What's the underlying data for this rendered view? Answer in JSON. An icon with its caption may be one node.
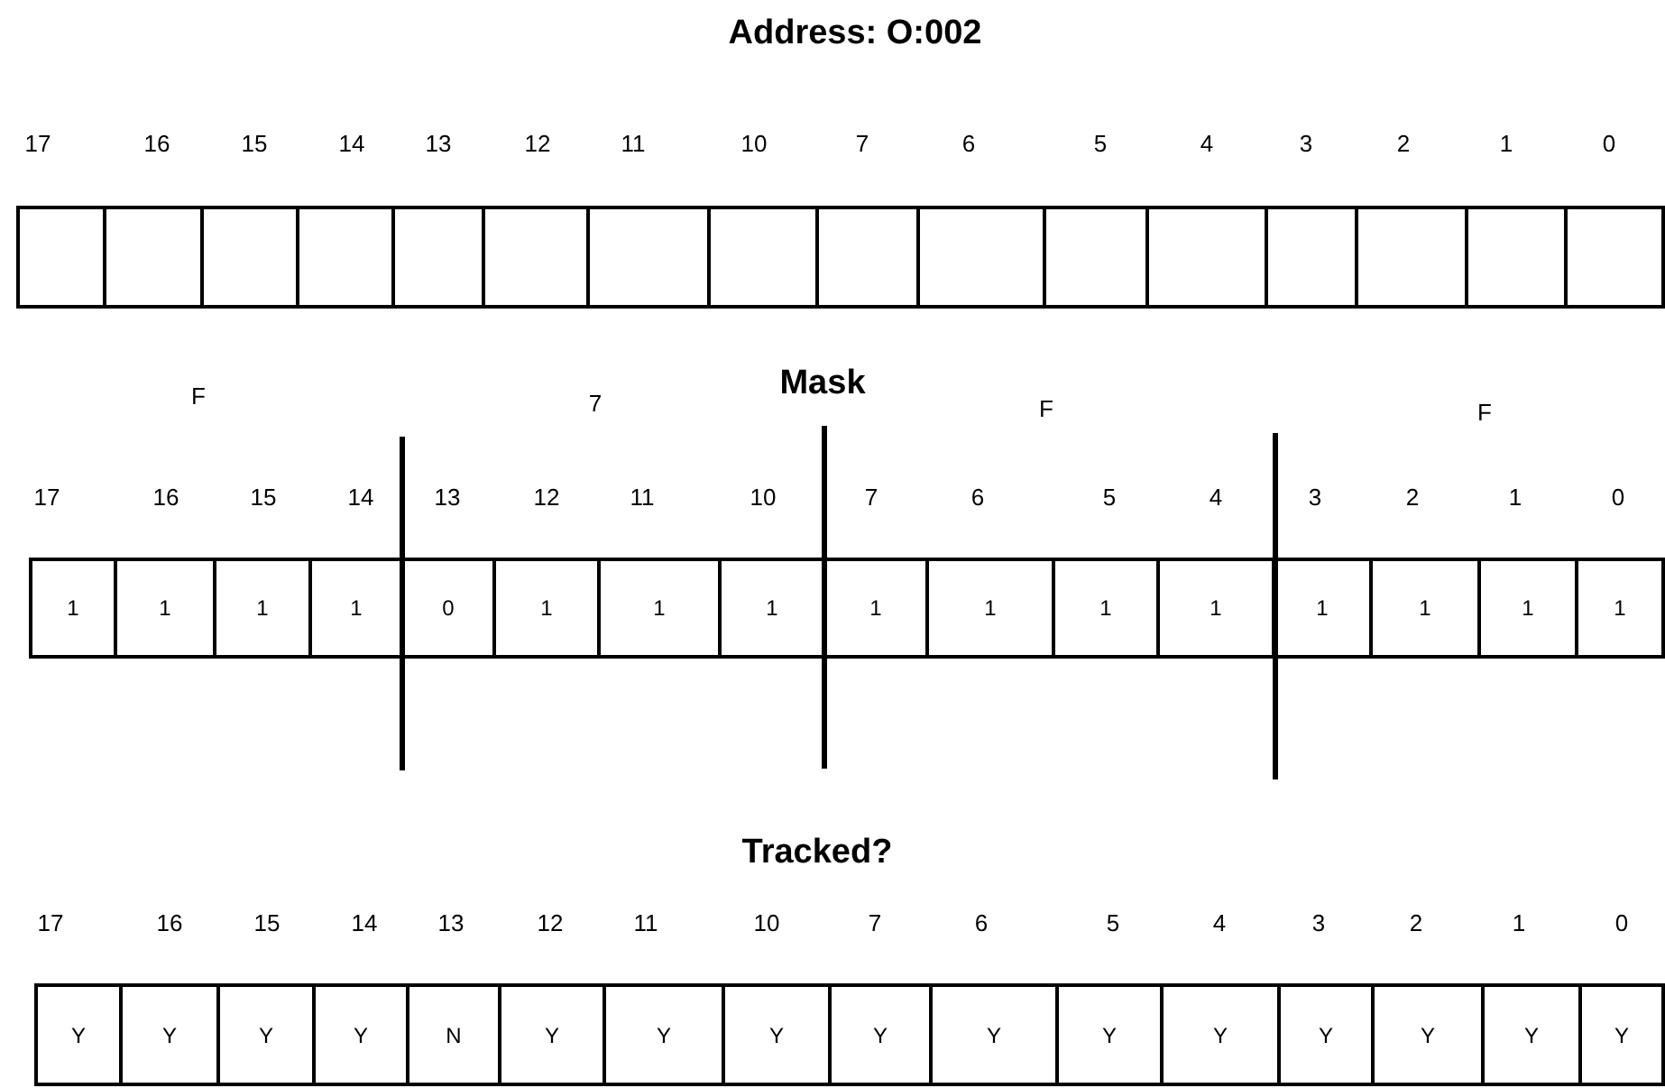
{
  "diagram": {
    "title": "Address: O:002",
    "nodes": [
      {
        "text": [],
        "shape": "box"
      },
      {
        "text": [],
        "shape": "box"
      },
      {
        "text": [],
        "shape": "box"
      },
      {
        "text": [],
        "shape": "box"
      },
      {
        "text": [],
        "shape": "box"
      },
      {
        "text": [],
        "shape": "box"
      },
      {
        "text": [],
        "shape": "box"
      },
      {
        "text": [],
        "shape": "box"
      },
      {
        "text": [],
        "shape": "box"
      },
      {
        "text": [],
        "shape": "box"
      },
      {
        "text": [],
        "shape": "box"
      },
      {
        "text": [],
        "shape": "box"
      },
      {
        "text": [],
        "shape": "box"
      },
      {
        "text": [],
        "shape": "box"
      },
      {
        "text": [],
        "shape": "box"
      },
      {
        "text": [],
        "shape": "box"
      },
      {
        "text": [
          "1"
        ]
      },
      {
        "text": [
          "1"
        ]
      },
      {
        "text": [
          "1"
        ]
      },
      {
        "text": [
          "1"
        ]
      },
      {
        "text": [
          "0"
        ]
      },
      {
        "text": [
          "1"
        ]
      },
      {
        "text": [
          "1"
        ]
      },
      {
        "text": [
          "1"
        ]
      },
      {
        "text": [
          "1"
        ]
      },
      {
        "text": [
          "1"
        ]
      },
      {
        "text": [
          "1"
        ]
      },
      {
        "text": [
          "1"
        ]
      },
      {
        "text": [
          "1"
        ]
      },
      {
        "text": [
          "1"
        ]
      },
      {
        "text": [
          "1"
        ]
      },
      {
        "text": [
          "1"
        ]
      },
      {
        "text": [
          "Y"
        ]
      },
      {
        "text": [
          "Y"
        ]
      },
      {
        "text": [
          "Y"
        ]
      },
      {
        "text": [
          "Y"
        ]
      },
      {
        "text": [
          "N"
        ]
      },
      {
        "text": [
          "Y"
        ]
      },
      {
        "text": [
          "Y"
        ]
      },
      {
        "text": [
          "Y"
        ]
      },
      {
        "text": [
          "Y"
        ]
      },
      {
        "text": [
          "Y"
        ]
      },
      {
        "text": [
          "Y"
        ]
      },
      {
        "text": [
          "Y"
        ]
      },
      {
        "text": [
          "Y"
        ]
      },
      {
        "text": [
          "Y"
        ]
      },
      {
        "text": [
          "Y"
        ]
      },
      {
        "text": [
          "Y"
        ]
      }
    ],
    "labels": [
      "17",
      "16",
      "15",
      "14",
      "13",
      "12",
      "11",
      "10",
      "7",
      "6",
      "5",
      "4",
      "3",
      "2",
      "1",
      "0",
      "F",
      "7",
      "Mask",
      "F",
      "F",
      "17",
      "16",
      "15",
      "14",
      "13",
      "12",
      "11",
      "10",
      "7",
      "6",
      "5",
      "4",
      "3",
      "2",
      "1",
      "0",
      "Tracked?",
      "17",
      "16",
      "15",
      "14",
      "13",
      "12",
      "11",
      "10",
      "7",
      "6",
      "5",
      "4",
      "3",
      "2",
      "1",
      "0"
    ]
  }
}
